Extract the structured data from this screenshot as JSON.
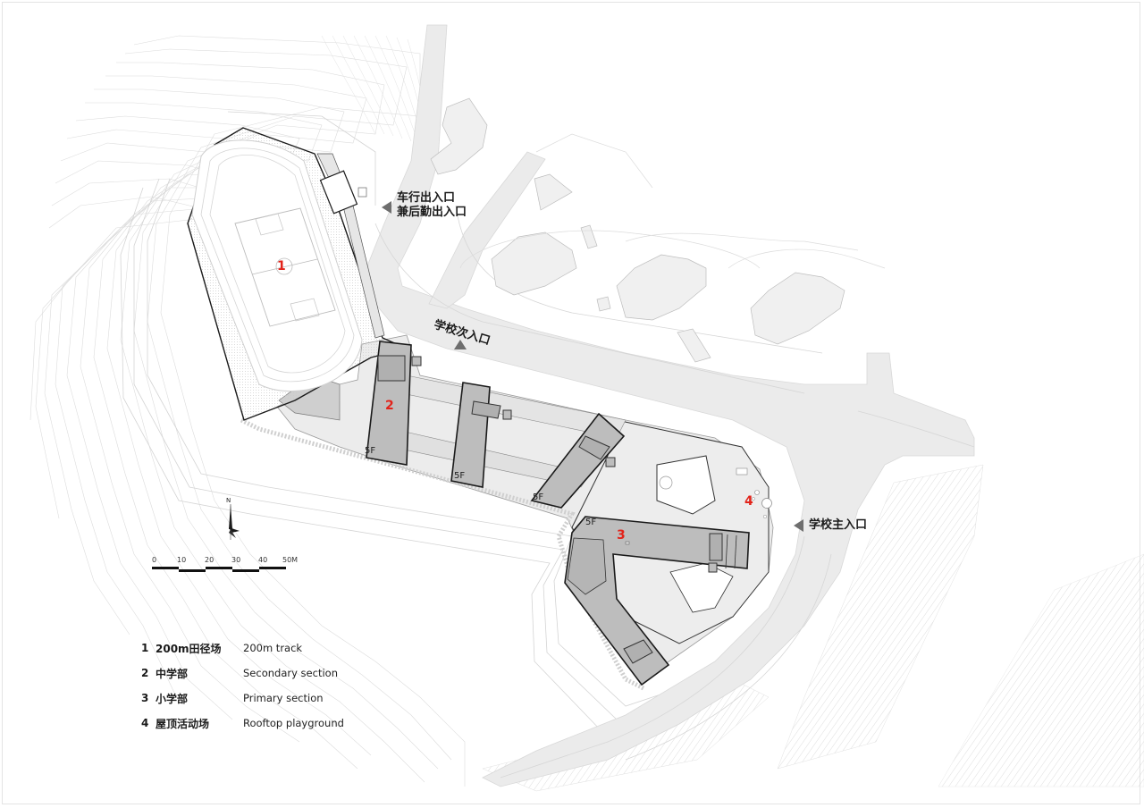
{
  "drawing": {
    "type": "site plan",
    "background": "#ffffff",
    "colors": {
      "building_fill": "#bdbdbd",
      "building_outline": "#1a1a1a",
      "ground_fill": "#ececec",
      "road_fill": "#e8e8e8",
      "contour_line": "#d6d6d6",
      "label_number": "#e2231a",
      "arrow": "#6e6e6e"
    }
  },
  "site_labels": {
    "track_number": "1",
    "secondary_number": "2",
    "primary_number": "3",
    "rooftop_number": "4"
  },
  "floor_tags": [
    "5F",
    "5F",
    "5F",
    "5F"
  ],
  "entrances": {
    "vehicle_service": {
      "line1": "车行出入口",
      "line2": "兼后勤出入口"
    },
    "secondary": "学校次入口",
    "main": "学校主入口"
  },
  "north_arrow": {
    "label": "N"
  },
  "scale_bar": {
    "ticks": [
      "0",
      "10",
      "20",
      "30",
      "40",
      "50M"
    ]
  },
  "legend": [
    {
      "number": "1",
      "zh": "200m田径场",
      "en": "200m track"
    },
    {
      "number": "2",
      "zh": "中学部",
      "en": "Secondary section"
    },
    {
      "number": "3",
      "zh": "小学部",
      "en": "Primary section"
    },
    {
      "number": "4",
      "zh": "屋顶活动场",
      "en": "Rooftop playground"
    }
  ]
}
